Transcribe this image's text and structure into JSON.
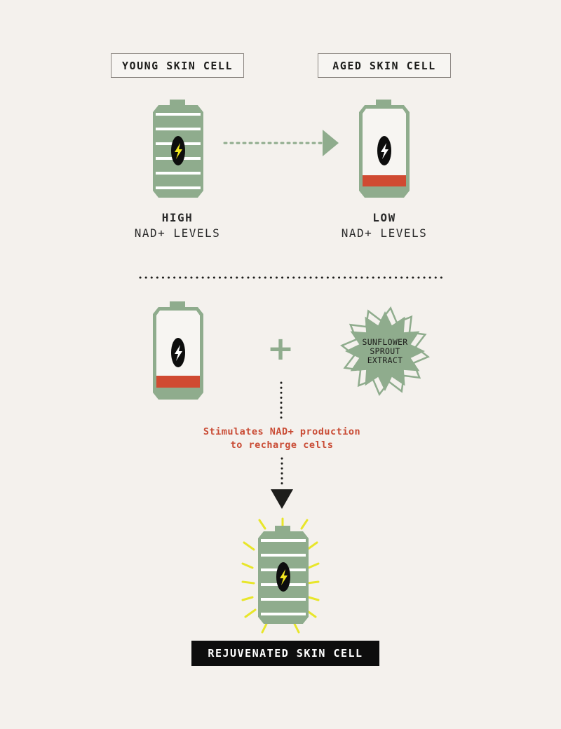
{
  "labels": {
    "young": "YOUNG SKIN CELL",
    "aged": "AGED SKIN CELL",
    "rejuvenated": "REJUVENATED SKIN CELL"
  },
  "levels": {
    "high_strong": "HIGH",
    "high_sub": "NAD+ LEVELS",
    "low_strong": "LOW",
    "low_sub": "NAD+ LEVELS"
  },
  "extract": {
    "line1": "SUNFLOWER",
    "line2": "SPROUT",
    "line3": "EXTRACT"
  },
  "note": {
    "line1": "Stimulates NAD+ production",
    "line2": "to recharge cells"
  },
  "plus": "+",
  "colors": {
    "background": "#f4f1ed",
    "battery_green": "#8fac8d",
    "battery_low": "#d04a32",
    "bolt": "#f0e520",
    "glow": "#e8e62a",
    "note_text": "#c94b34"
  },
  "icons": [
    "battery-full-icon",
    "battery-low-icon",
    "lightning-bolt-icon",
    "starburst-icon",
    "plus-icon",
    "arrow-right-icon",
    "arrow-down-icon",
    "glow-rays-icon"
  ]
}
